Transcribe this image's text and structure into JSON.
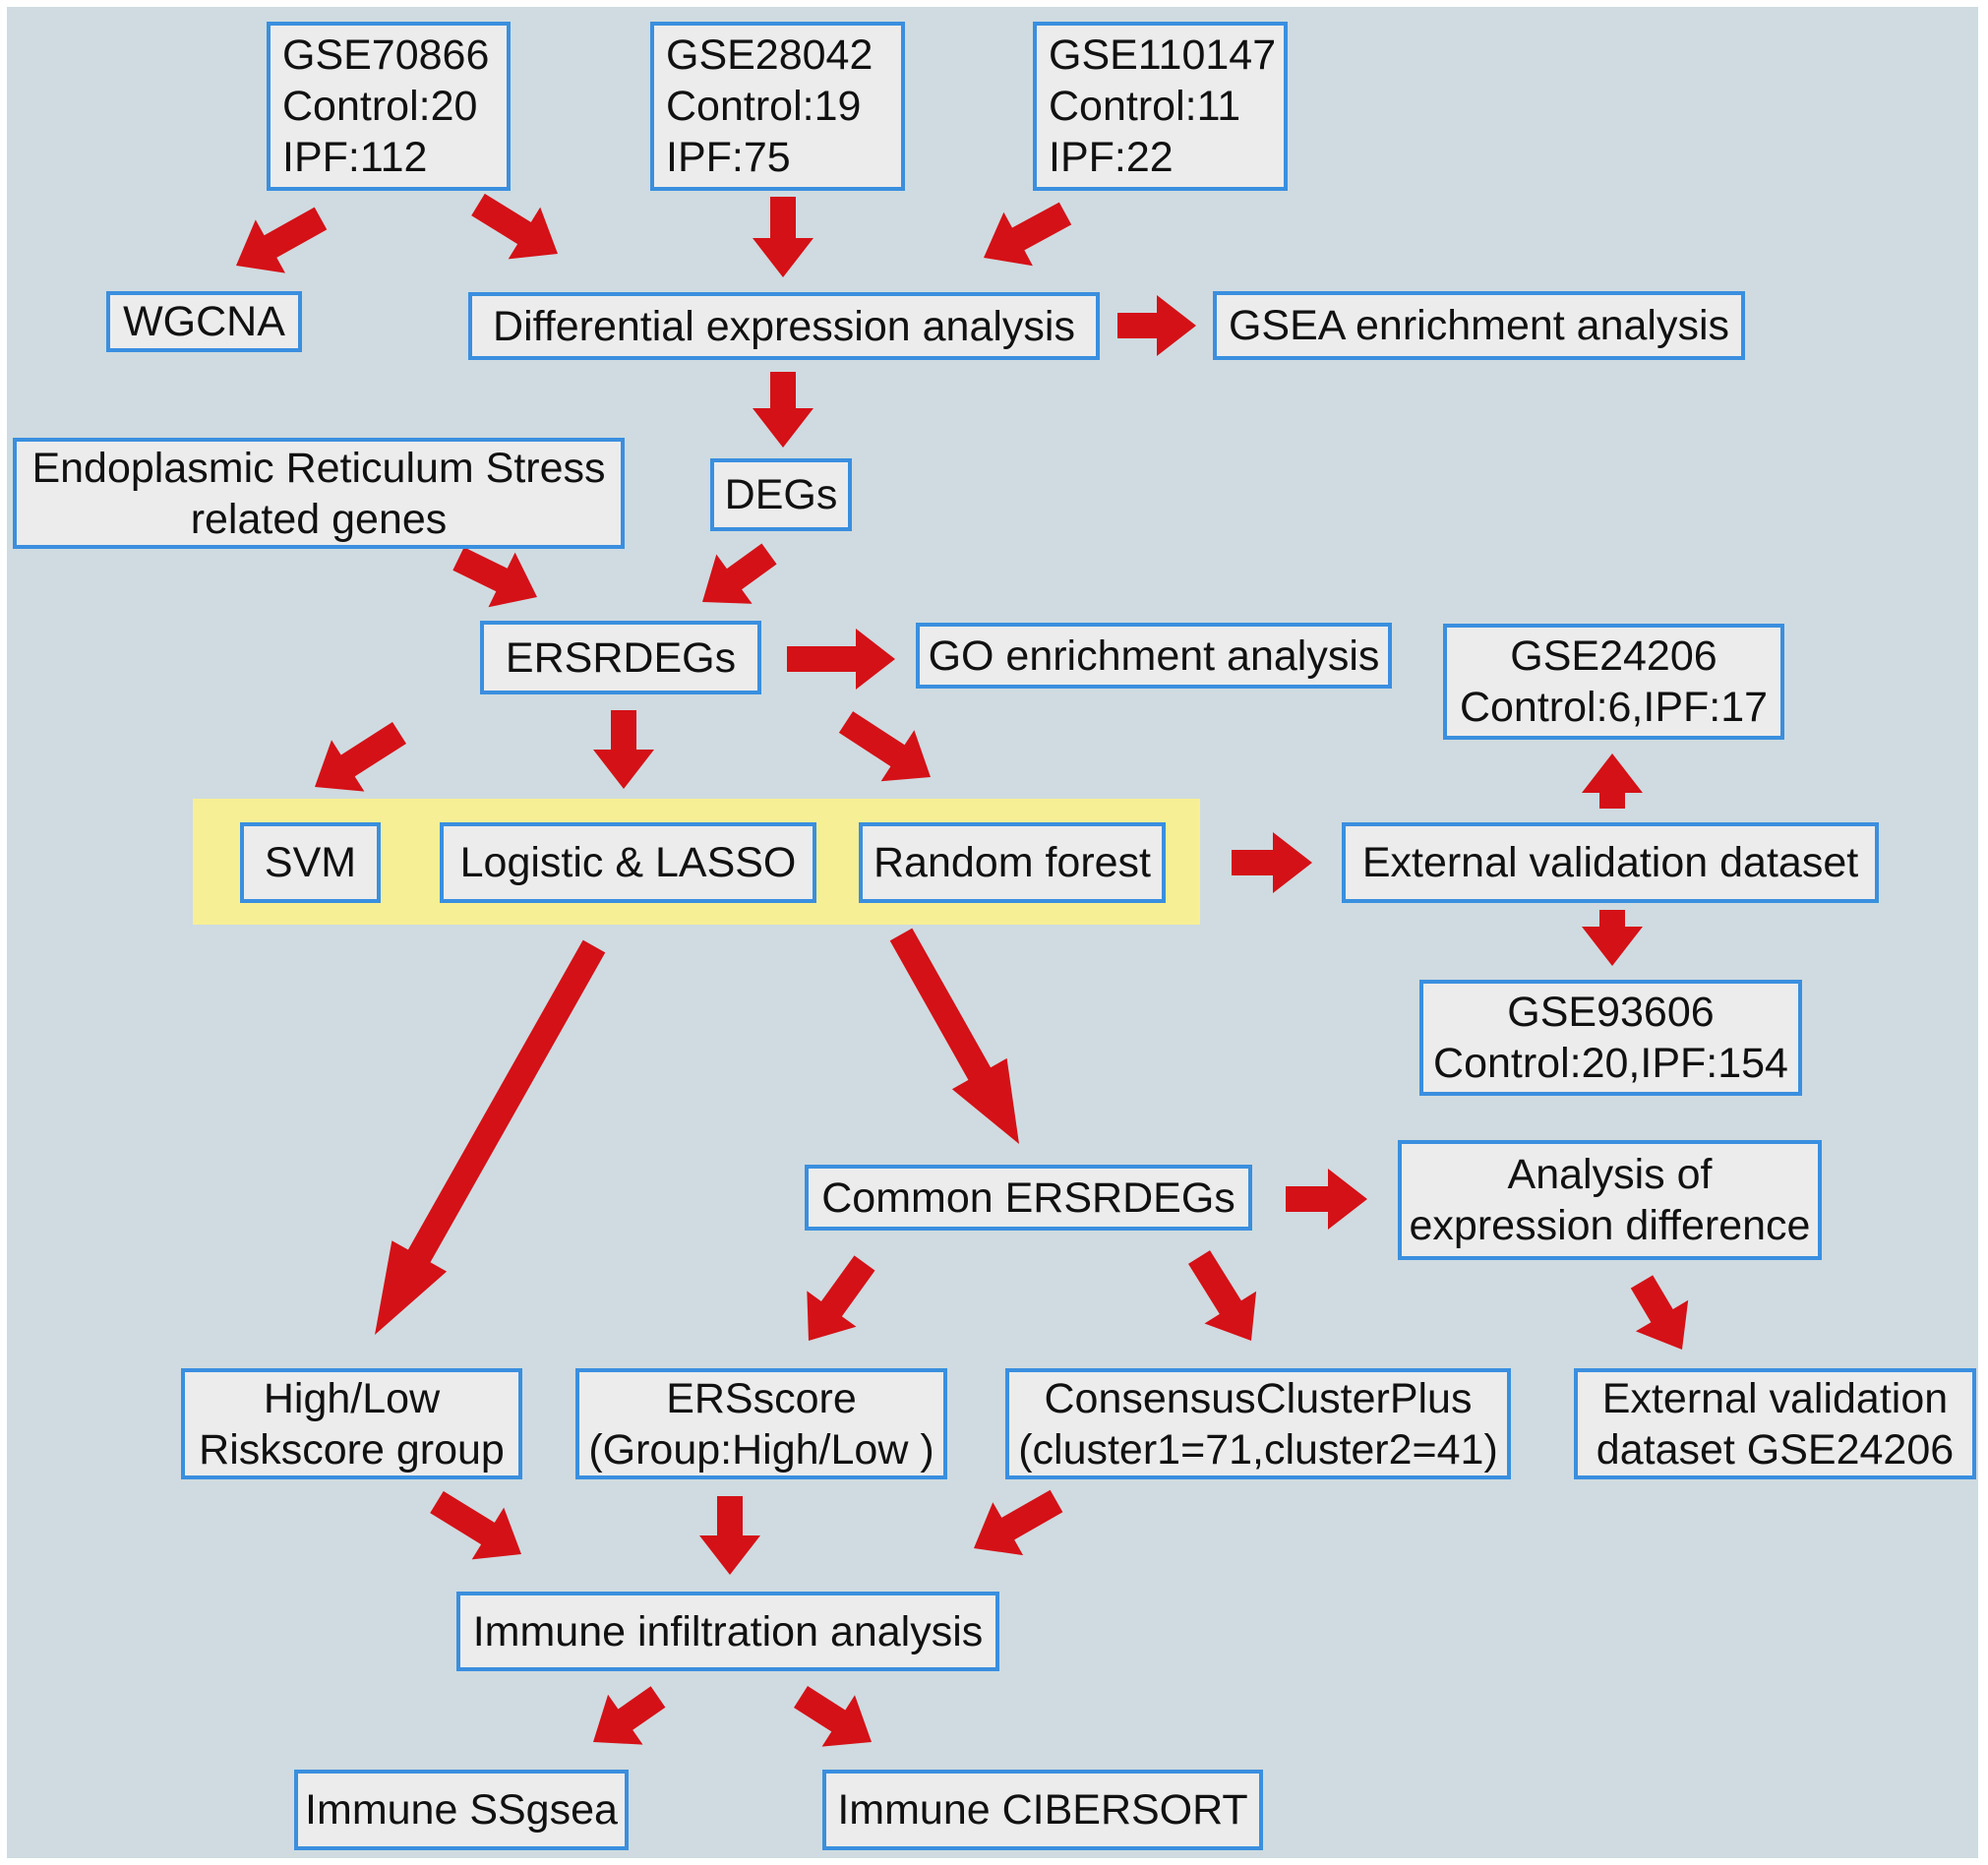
{
  "colors": {
    "background": "#cfdbe0",
    "box_fill": "#ececec",
    "box_border": "#3a8fdf",
    "arrow": "#d41117",
    "ml_band": "#f7ef95"
  },
  "datasets": {
    "gse70866": {
      "name": "GSE70866",
      "control": "Control:20",
      "ipf": "IPF:112"
    },
    "gse28042": {
      "name": "GSE28042",
      "control": "Control:19",
      "ipf": "IPF:75"
    },
    "gse110147": {
      "name": "GSE110147",
      "control": "Control:11",
      "ipf": "IPF:22"
    }
  },
  "nodes": {
    "wgcna": "WGCNA",
    "differential_expression": "Differential expression analysis",
    "gsea": "GSEA enrichment analysis",
    "er_stress_line1": "Endoplasmic Reticulum Stress",
    "er_stress_line2": "related genes",
    "degs": "DEGs",
    "ersrdegs": "ERSRDEGs",
    "go_enrichment": "GO enrichment analysis",
    "svm": "SVM",
    "logistic_lasso": "Logistic &  LASSO",
    "random_forest": "Random forest",
    "external_validation": "External validation dataset",
    "gse24206_name": "GSE24206",
    "gse24206_detail": "Control:6,IPF:17",
    "gse93606_name": "GSE93606",
    "gse93606_detail": "Control:20,IPF:154",
    "common_ersrdegs": "Common ERSRDEGs",
    "expr_diff_line1": "Analysis of",
    "expr_diff_line2": "expression difference",
    "riskscore_line1": "High/Low",
    "riskscore_line2": "Riskscore group",
    "ersscore_line1": "ERSscore",
    "ersscore_line2": "(Group:High/Low )",
    "consensus_line1": "ConsensusClusterPlus",
    "consensus_line2": "(cluster1=71,cluster2=41)",
    "ext_val_gse24206_line1": "External validation",
    "ext_val_gse24206_line2": "dataset  GSE24206",
    "immune_infiltration": "Immune infiltration analysis",
    "immune_ssgsea": "Immune SSgsea",
    "immune_cibersort": "Immune CIBERSORT"
  },
  "arrow_links": [
    {
      "from": "GSE70866",
      "to": "WGCNA"
    },
    {
      "from": "GSE70866",
      "to": "Differential expression analysis"
    },
    {
      "from": "GSE28042",
      "to": "Differential expression analysis"
    },
    {
      "from": "GSE110147",
      "to": "Differential expression analysis"
    },
    {
      "from": "Differential expression analysis",
      "to": "GSEA enrichment analysis"
    },
    {
      "from": "Differential expression analysis",
      "to": "DEGs"
    },
    {
      "from": "Endoplasmic Reticulum Stress related genes",
      "to": "ERSRDEGs"
    },
    {
      "from": "DEGs",
      "to": "ERSRDEGs"
    },
    {
      "from": "ERSRDEGs",
      "to": "GO enrichment analysis"
    },
    {
      "from": "ERSRDEGs",
      "to": "SVM"
    },
    {
      "from": "ERSRDEGs",
      "to": "Logistic &  LASSO"
    },
    {
      "from": "ERSRDEGs",
      "to": "Random forest"
    },
    {
      "from": "SVM / Logistic &  LASSO / Random forest",
      "to": "External validation dataset"
    },
    {
      "from": "External validation dataset",
      "to": "GSE24206"
    },
    {
      "from": "External validation dataset",
      "to": "GSE93606"
    },
    {
      "from": "SVM / Logistic &  LASSO / Random forest",
      "to": "High/Low Riskscore group"
    },
    {
      "from": "SVM / Logistic &  LASSO / Random forest",
      "to": "Common ERSRDEGs"
    },
    {
      "from": "Common ERSRDEGs",
      "to": "Analysis of expression difference"
    },
    {
      "from": "Common ERSRDEGs",
      "to": "ERSscore"
    },
    {
      "from": "Common ERSRDEGs",
      "to": "ConsensusClusterPlus"
    },
    {
      "from": "Analysis of expression difference",
      "to": "External validation dataset  GSE24206"
    },
    {
      "from": "High/Low Riskscore group",
      "to": "Immune infiltration analysis"
    },
    {
      "from": "ERSscore",
      "to": "Immune infiltration analysis"
    },
    {
      "from": "ConsensusClusterPlus",
      "to": "Immune infiltration analysis"
    },
    {
      "from": "Immune infiltration analysis",
      "to": "Immune SSgsea"
    },
    {
      "from": "Immune infiltration analysis",
      "to": "Immune CIBERSORT"
    }
  ]
}
